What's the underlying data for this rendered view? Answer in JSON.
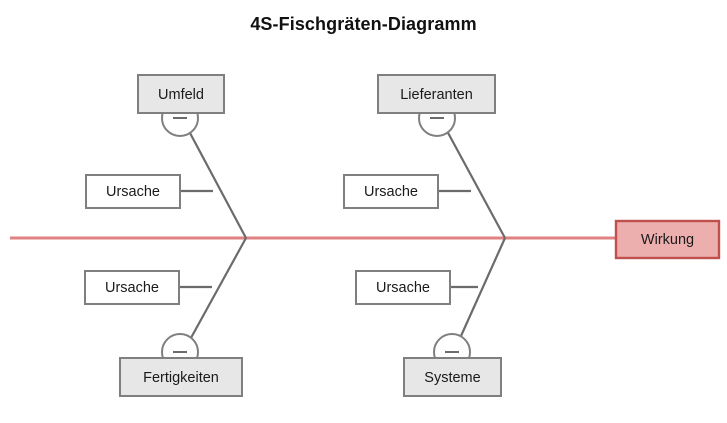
{
  "title": "4S-Fischgräten-Diagramm",
  "colors": {
    "spine": "#e08282",
    "effect_fill": "#edaeae",
    "effect_border": "#c0504d",
    "category_fill": "#e7e7e7",
    "box_border": "#7f7f7f",
    "bone": "#6b6b6b",
    "background": "#ffffff",
    "text": "#1a1a1a"
  },
  "chart_data": {
    "type": "diagram",
    "diagram_type": "fishbone",
    "title": "4S-Fischgräten-Diagramm",
    "effect": "Wirkung",
    "categories": [
      {
        "label": "Umfeld",
        "position": "top-left",
        "causes": [
          "Ursache"
        ],
        "toggle": "minus"
      },
      {
        "label": "Lieferanten",
        "position": "top-right",
        "causes": [
          "Ursache"
        ],
        "toggle": "minus"
      },
      {
        "label": "Fertigkeiten",
        "position": "bottom-left",
        "causes": [
          "Ursache"
        ],
        "toggle": "minus"
      },
      {
        "label": "Systeme",
        "position": "bottom-right",
        "causes": [
          "Ursache"
        ],
        "toggle": "minus"
      }
    ]
  },
  "effect": {
    "label": "Wirkung"
  },
  "categories": {
    "top_left": {
      "label": "Umfeld",
      "cause_label": "Ursache",
      "toggle_icon": "minus-circle-icon"
    },
    "top_right": {
      "label": "Lieferanten",
      "cause_label": "Ursache",
      "toggle_icon": "minus-circle-icon"
    },
    "bottom_left": {
      "label": "Fertigkeiten",
      "cause_label": "Ursache",
      "toggle_icon": "minus-circle-icon"
    },
    "bottom_right": {
      "label": "Systeme",
      "cause_label": "Ursache",
      "toggle_icon": "minus-circle-icon"
    }
  }
}
